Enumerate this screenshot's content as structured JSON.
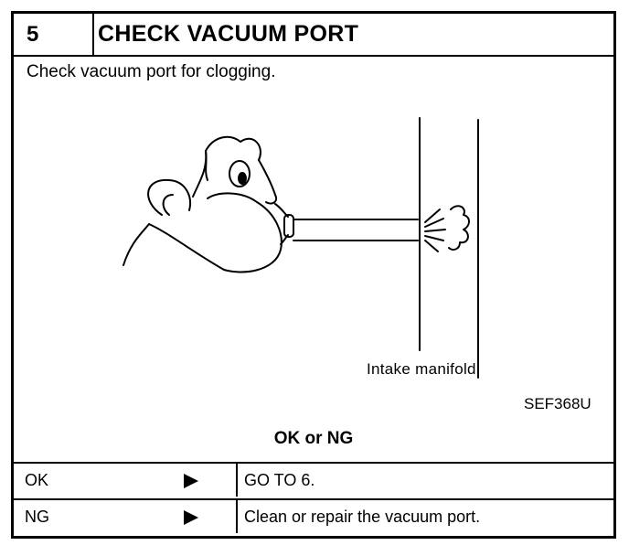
{
  "step": {
    "number": "5",
    "title": "CHECK VACUUM PORT"
  },
  "instruction": "Check vacuum port for clogging.",
  "figure": {
    "caption": "Intake manifold",
    "id": "SEF368U",
    "icons": [
      "face-blowing-illustration",
      "manifold-walls",
      "air-burst-icon"
    ]
  },
  "result": {
    "heading": "OK or NG",
    "rows": [
      {
        "label": "OK",
        "arrow": "arrow-right-icon",
        "action": "GO TO 6."
      },
      {
        "label": "NG",
        "arrow": "arrow-right-icon",
        "action": "Clean or repair the vacuum port."
      }
    ]
  }
}
